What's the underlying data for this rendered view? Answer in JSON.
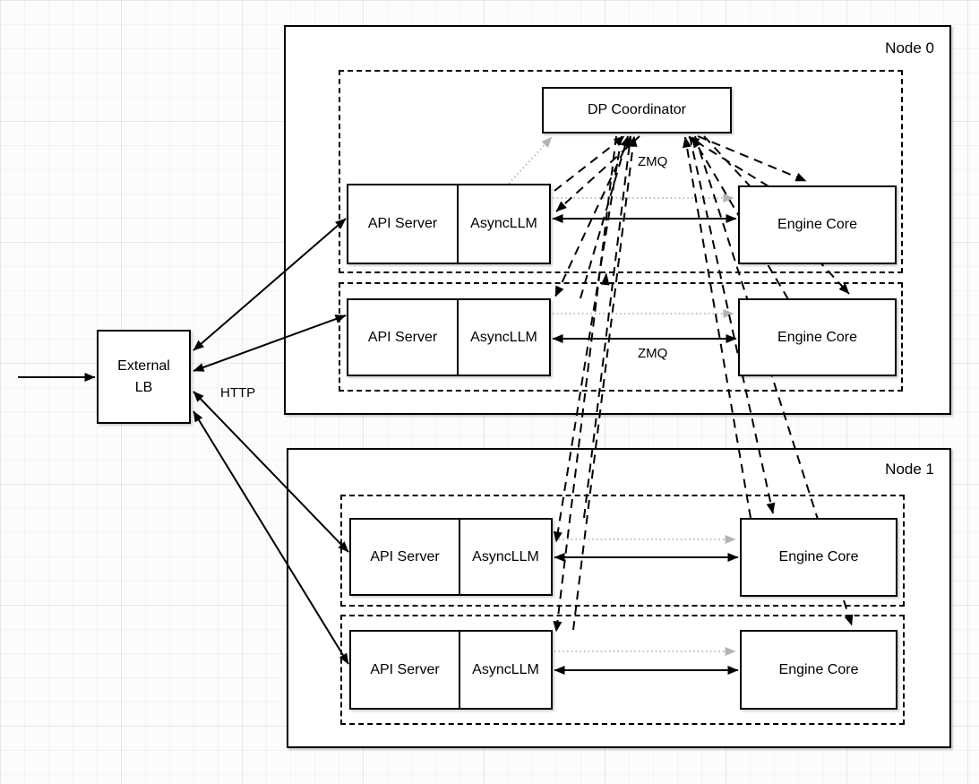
{
  "nodes": {
    "node0": {
      "label": "Node 0"
    },
    "node1": {
      "label": "Node 1"
    }
  },
  "dp_coordinator": {
    "label": "DP Coordinator"
  },
  "external_lb": {
    "line1": "External",
    "line2": "LB"
  },
  "rows": {
    "n0r1": {
      "api": "API Server",
      "llm": "AsyncLLM",
      "engine": "Engine Core"
    },
    "n0r2": {
      "api": "API Server",
      "llm": "AsyncLLM",
      "engine": "Engine Core"
    },
    "n1r1": {
      "api": "API Server",
      "llm": "AsyncLLM",
      "engine": "Engine Core"
    },
    "n1r2": {
      "api": "API Server",
      "llm": "AsyncLLM",
      "engine": "Engine Core"
    }
  },
  "edge_labels": {
    "zmq_coordinator": "ZMQ",
    "zmq_row2": "ZMQ",
    "http": "HTTP"
  },
  "colors": {
    "edge": "#000000",
    "gray_edge": "#b3b3b3",
    "box_fill": "#ffffff",
    "box_border": "#000000",
    "grid": "#ececec"
  }
}
